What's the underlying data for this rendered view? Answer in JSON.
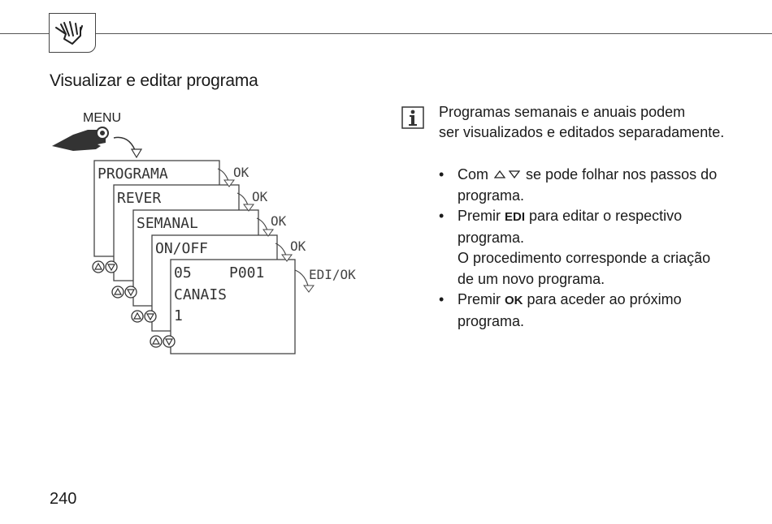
{
  "header": {
    "icon": "hand-icon"
  },
  "page": {
    "title": "Visualizar e editar programa",
    "number": "240"
  },
  "diagram": {
    "menu_label": "MENU",
    "screens": [
      "PROGRAMA",
      "REVER",
      "SEMANAL",
      "ON/OFF"
    ],
    "last_screen": {
      "line1_left": "05",
      "line1_right": "P001",
      "line2": "CANAIS",
      "line3": "1"
    },
    "ok_labels": [
      "OK",
      "OK",
      "OK",
      "OK"
    ],
    "edi_ok_label": "EDI/OK"
  },
  "info": {
    "icon": "info-icon",
    "text_line1": "Programas semanais e anuais podem",
    "text_line2": "ser visualizados e editados separadamente."
  },
  "bullets": {
    "b1_pre": "Com",
    "b1_post": "se pode folhar nos passos do",
    "b1_line2": "programa.",
    "b2_pre": "Premir",
    "b2_key": "EDI",
    "b2_post": "para editar o respectivo",
    "b2_line2": "programa.",
    "b2_line3": "O procedimento corresponde a criação",
    "b2_line4": "de um novo programa.",
    "b3_pre": "Premir",
    "b3_key": "OK",
    "b3_post": "para aceder ao próximo",
    "b3_line2": "programa."
  }
}
